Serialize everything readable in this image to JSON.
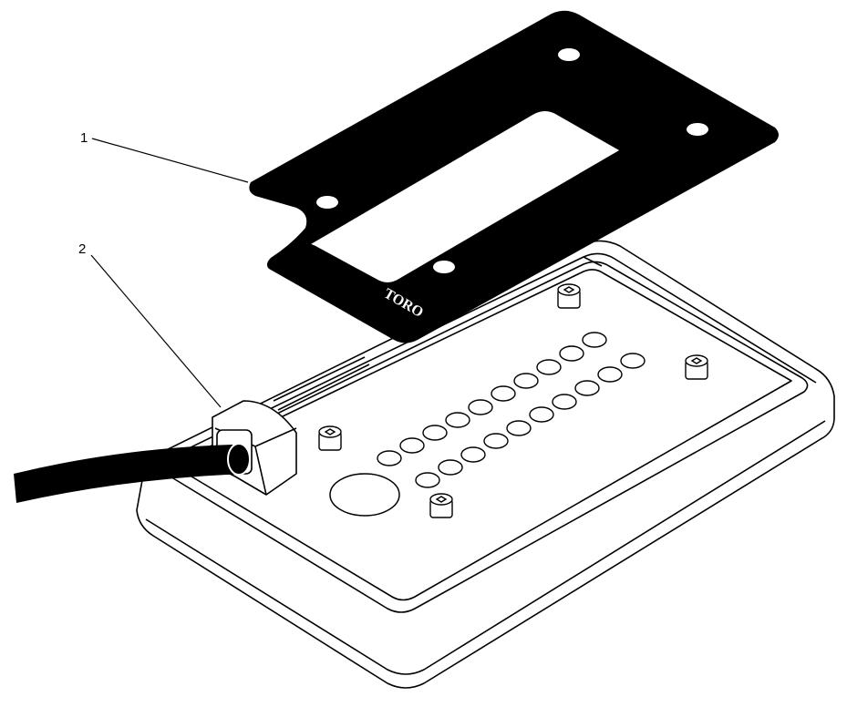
{
  "diagram": {
    "type": "exploded-view line drawing",
    "subject": "Remote control keypad with decal and cable",
    "colors": {
      "ink": "#000000",
      "background": "#ffffff"
    },
    "callouts": [
      {
        "id": "1",
        "label": "1",
        "target": "decal"
      },
      {
        "id": "2",
        "label": "2",
        "target": "cable-strain-relief"
      }
    ],
    "decal": {
      "brand_text": "TORO"
    },
    "keypad": {
      "button_rows": 2,
      "buttons_per_row": 10,
      "large_button_count": 1,
      "screw_count": 4
    }
  }
}
